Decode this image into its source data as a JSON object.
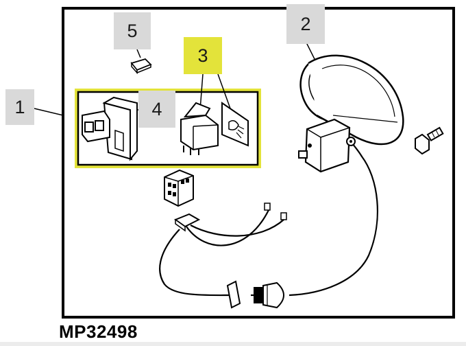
{
  "callouts": [
    {
      "id": "1",
      "label": "1",
      "part": "overall-kit"
    },
    {
      "id": "2",
      "label": "2",
      "part": "lamp-assembly"
    },
    {
      "id": "3",
      "label": "3",
      "part": "switch-with-lamp-symbol"
    },
    {
      "id": "4",
      "label": "4",
      "part": "switch-bezel"
    },
    {
      "id": "5",
      "label": "5",
      "part": "small-clip"
    }
  ],
  "part_number": "MP32498",
  "colors": {
    "highlight_yellow": "#e3e33a",
    "callout_gray": "#d9d9d9",
    "outline": "#000000"
  }
}
